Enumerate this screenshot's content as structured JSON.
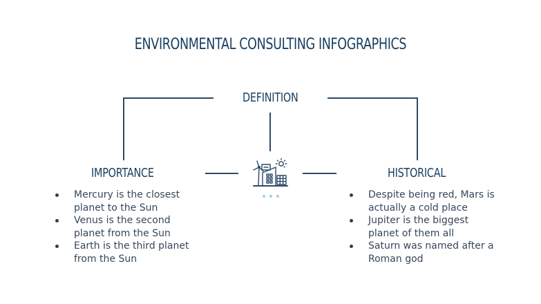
{
  "title": "ENVIRONMENTAL CONSULTING INFOGRAPHICS",
  "center": {
    "icon": "eco-energy-city-icon",
    "dots": 3
  },
  "sections": {
    "definition": {
      "heading": "DEFINITION"
    },
    "importance": {
      "heading": "IMPORTANCE",
      "bullets": [
        "Mercury is the closest planet to the Sun",
        "Venus is the second planet from the Sun",
        "Earth is the third planet from the Sun"
      ]
    },
    "historical": {
      "heading": "HISTORICAL",
      "bullets": [
        "Despite being red, Mars is actually a cold place",
        "Jupiter is the biggest planet of them all",
        "Saturn was named after a Roman god"
      ]
    }
  },
  "colors": {
    "primary": "#173e5e",
    "line": "#2c4a66",
    "accent": "#9fd3e3",
    "text": "#35475a"
  }
}
